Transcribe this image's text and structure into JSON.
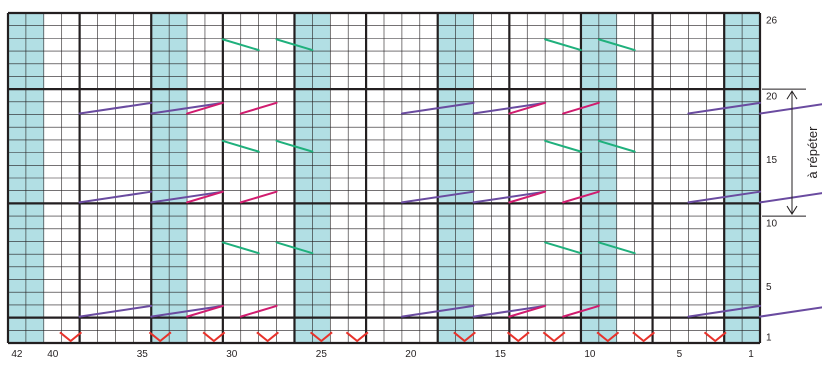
{
  "chart_data": {
    "type": "knitting-chart",
    "columns": 42,
    "rows": 26,
    "numbering": "right-to-left, bottom-to-top",
    "column_labels": [
      "42",
      "40",
      "35",
      "30",
      "25",
      "20",
      "15",
      "10",
      "5",
      "1"
    ],
    "column_label_stitches": [
      42,
      40,
      35,
      30,
      25,
      20,
      15,
      10,
      5,
      1
    ],
    "row_labels": [
      "1",
      "5",
      "10",
      "15",
      "20",
      "26"
    ],
    "row_label_rows": [
      1,
      5,
      10,
      15,
      20,
      26
    ],
    "repeat": {
      "label": "à répéter",
      "rows": [
        11,
        20
      ]
    },
    "shaded_columns": [
      1,
      2,
      9,
      10,
      17,
      18,
      25,
      26,
      33,
      34,
      41,
      42
    ],
    "thick_columns_right_of": [
      2,
      6,
      10,
      14,
      18,
      22,
      26,
      30,
      34,
      38,
      42
    ],
    "thick_row_lines_above": [
      0,
      2,
      11,
      20,
      26
    ],
    "legend": [],
    "symbols": {
      "purple": [
        {
          "row": 3,
          "from": 38,
          "to": 34
        },
        {
          "row": 3,
          "from": 20,
          "to": 16
        },
        {
          "row": 3,
          "from": 4,
          "to": 0
        },
        {
          "row": 12,
          "from": 38,
          "to": 34
        },
        {
          "row": 12,
          "from": 20,
          "to": 16
        },
        {
          "row": 12,
          "from": 4,
          "to": 0
        },
        {
          "row": 19,
          "from": 38,
          "to": 34
        },
        {
          "row": 19,
          "from": 20,
          "to": 16
        },
        {
          "row": 19,
          "from": 4,
          "to": 0
        }
      ],
      "magenta": [
        {
          "row": 3,
          "from": 32,
          "to": 30
        },
        {
          "row": 3,
          "from": 14,
          "to": 12
        },
        {
          "row": 12,
          "from": 32,
          "to": 30
        },
        {
          "row": 12,
          "from": 14,
          "to": 12
        },
        {
          "row": 19,
          "from": 32,
          "to": 30
        },
        {
          "row": 19,
          "from": 14,
          "to": 12
        }
      ],
      "green": [
        {
          "row": 8,
          "from": 30,
          "to": 28
        },
        {
          "row": 8,
          "from": 12,
          "to": 10
        },
        {
          "row": 16,
          "from": 30,
          "to": 28
        },
        {
          "row": 16,
          "from": 12,
          "to": 10
        },
        {
          "row": 24,
          "from": 30,
          "to": 28
        },
        {
          "row": 24,
          "from": 12,
          "to": 10
        }
      ],
      "red_v_row": 1,
      "red_v_stitches": [
        39,
        34,
        31,
        28,
        25,
        23,
        17,
        14,
        12,
        9,
        7,
        3
      ]
    },
    "colors": {
      "grid": "#231f20",
      "shade": "#b2dfe4",
      "purple": "#6a4ba0",
      "magenta": "#d11c6f",
      "green": "#1fb07c",
      "red": "#e8322b"
    }
  }
}
